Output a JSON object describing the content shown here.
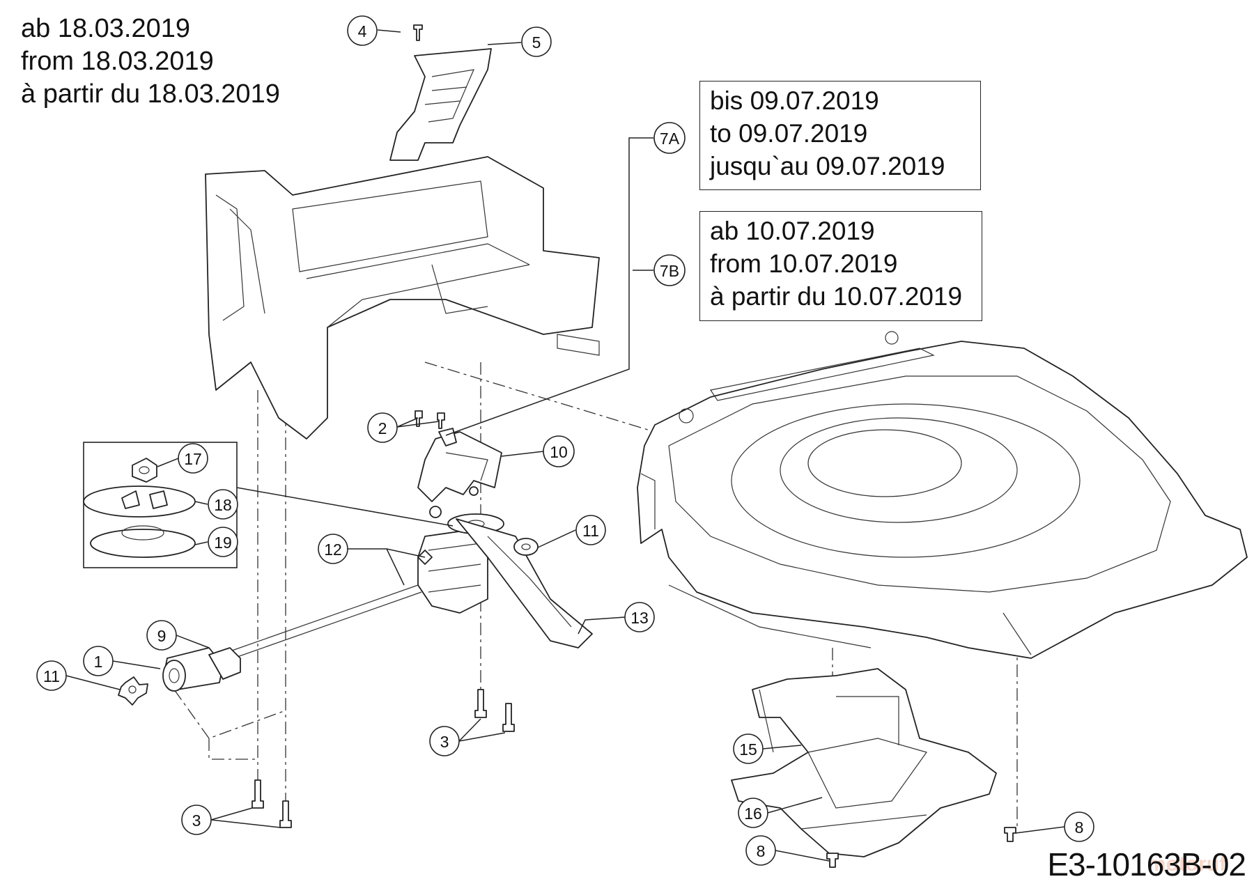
{
  "header": {
    "lines": [
      "ab 18.03.2019",
      "from 18.03.2019",
      "à partir du 18.03.2019"
    ]
  },
  "notes": [
    {
      "id": "7A",
      "lines": [
        "bis 09.07.2019",
        "to 09.07.2019",
        "jusqu`au 09.07.2019"
      ]
    },
    {
      "id": "7B",
      "lines": [
        "ab 10.07.2019",
        "from 10.07.2019",
        "à partir du 10.07.2019"
      ]
    }
  ],
  "callouts": [
    "4",
    "5",
    "7A",
    "7B",
    "2",
    "10",
    "17",
    "18",
    "19",
    "11",
    "12",
    "13",
    "9",
    "1",
    "11",
    "3",
    "3",
    "15",
    "16",
    "8",
    "8"
  ],
  "reference_code": "E3-10163B-02",
  "watermark": "motoruf"
}
